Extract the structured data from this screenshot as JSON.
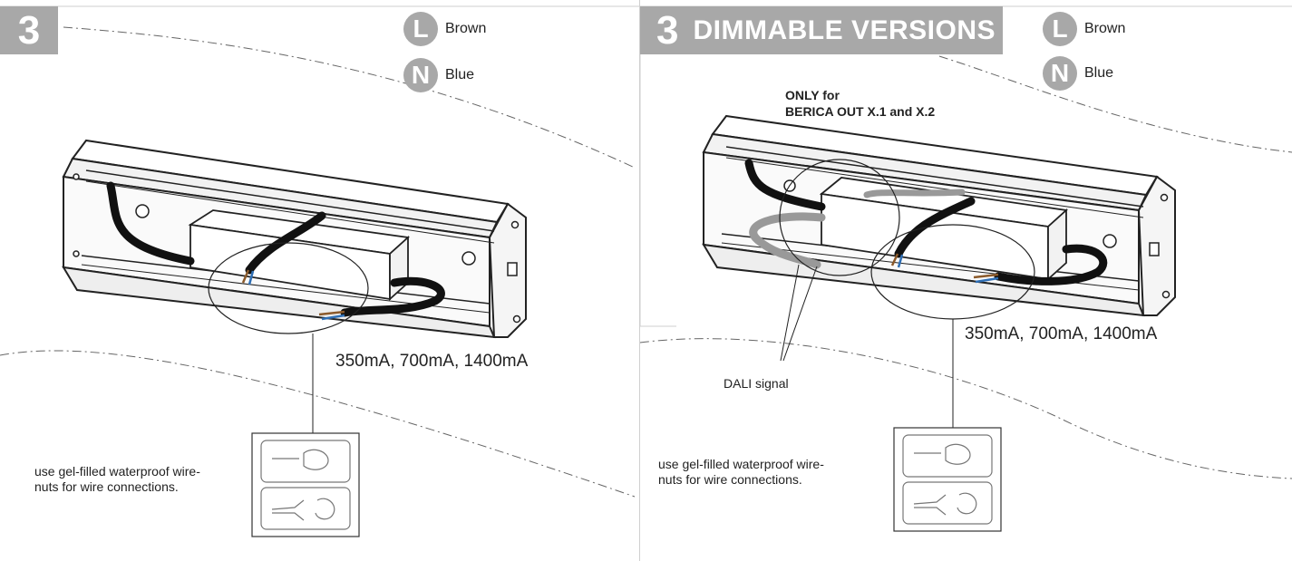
{
  "left": {
    "step_number": "3",
    "legend": [
      {
        "letter": "L",
        "color_name": "Brown",
        "color": "#8b5a2b"
      },
      {
        "letter": "N",
        "color_name": "Blue",
        "color": "#2f6fb5"
      }
    ],
    "current_label": "350mA, 700mA, 1400mA",
    "note": "use gel-filled waterproof wire-\nnuts for wire connections."
  },
  "right": {
    "step_number": "3",
    "step_title": "DIMMABLE VERSIONS",
    "legend": [
      {
        "letter": "L",
        "color_name": "Brown",
        "color": "#8b5a2b"
      },
      {
        "letter": "N",
        "color_name": "Blue",
        "color": "#2f6fb5"
      }
    ],
    "only_note": "ONLY for\nBERICA OUT X.1 and X.2",
    "dali_label": "DALI signal",
    "current_label": "350mA, 700mA, 1400mA",
    "note": "use gel-filled waterproof wire-\nnuts for wire connections."
  },
  "colors": {
    "badge_gray": "#a8a8a8",
    "wire_brown": "#8b5a2b",
    "wire_blue": "#2f6fb5"
  }
}
